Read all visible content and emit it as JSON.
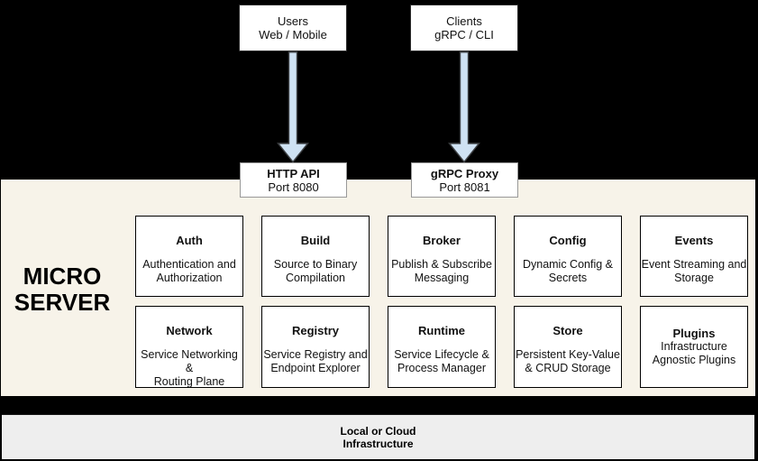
{
  "diagram": {
    "clients_tier": {
      "users": {
        "title": "Users",
        "subtitle": "Web / Mobile"
      },
      "clients": {
        "title": "Clients",
        "subtitle": "gRPC / CLI"
      }
    },
    "gateways": {
      "http_api": {
        "title": "HTTP API",
        "subtitle": "Port 8080"
      },
      "grpc_proxy": {
        "title": "gRPC Proxy",
        "subtitle": "Port 8081"
      }
    },
    "server": {
      "label_line1": "MICRO",
      "label_line2": "SERVER",
      "services": [
        {
          "name": "Auth",
          "desc": "Authentication and\nAuthorization"
        },
        {
          "name": "Build",
          "desc": "Source to Binary\nCompilation"
        },
        {
          "name": "Broker",
          "desc": "Publish & Subscribe\nMessaging"
        },
        {
          "name": "Config",
          "desc": "Dynamic Config &\nSecrets"
        },
        {
          "name": "Events",
          "desc": "Event Streaming and\nStorage"
        },
        {
          "name": "Network",
          "desc": "Service Networking &\nRouting Plane"
        },
        {
          "name": "Registry",
          "desc": "Service Registry and\nEndpoint Explorer"
        },
        {
          "name": "Runtime",
          "desc": "Service Lifecycle &\nProcess Manager"
        },
        {
          "name": "Store",
          "desc": "Persistent Key-Value\n& CRUD Storage"
        },
        {
          "name": "Plugins",
          "desc": "Infrastructure\nAgnostic Plugins"
        }
      ]
    },
    "infrastructure": {
      "line1": "Local or Cloud",
      "line2": "Infrastructure"
    },
    "icons": {
      "users_arrow": "down-arrow-icon",
      "clients_arrow": "down-arrow-icon"
    },
    "colors": {
      "background": "#000000",
      "server_panel": "#f7f3e9",
      "infra_band": "#eeeeee",
      "arrow_fill": "#cfe2f3",
      "arrow_stroke": "#3d4043",
      "box_fill": "#ffffff",
      "box_border": "#000000",
      "gateway_border": "#999999"
    }
  }
}
